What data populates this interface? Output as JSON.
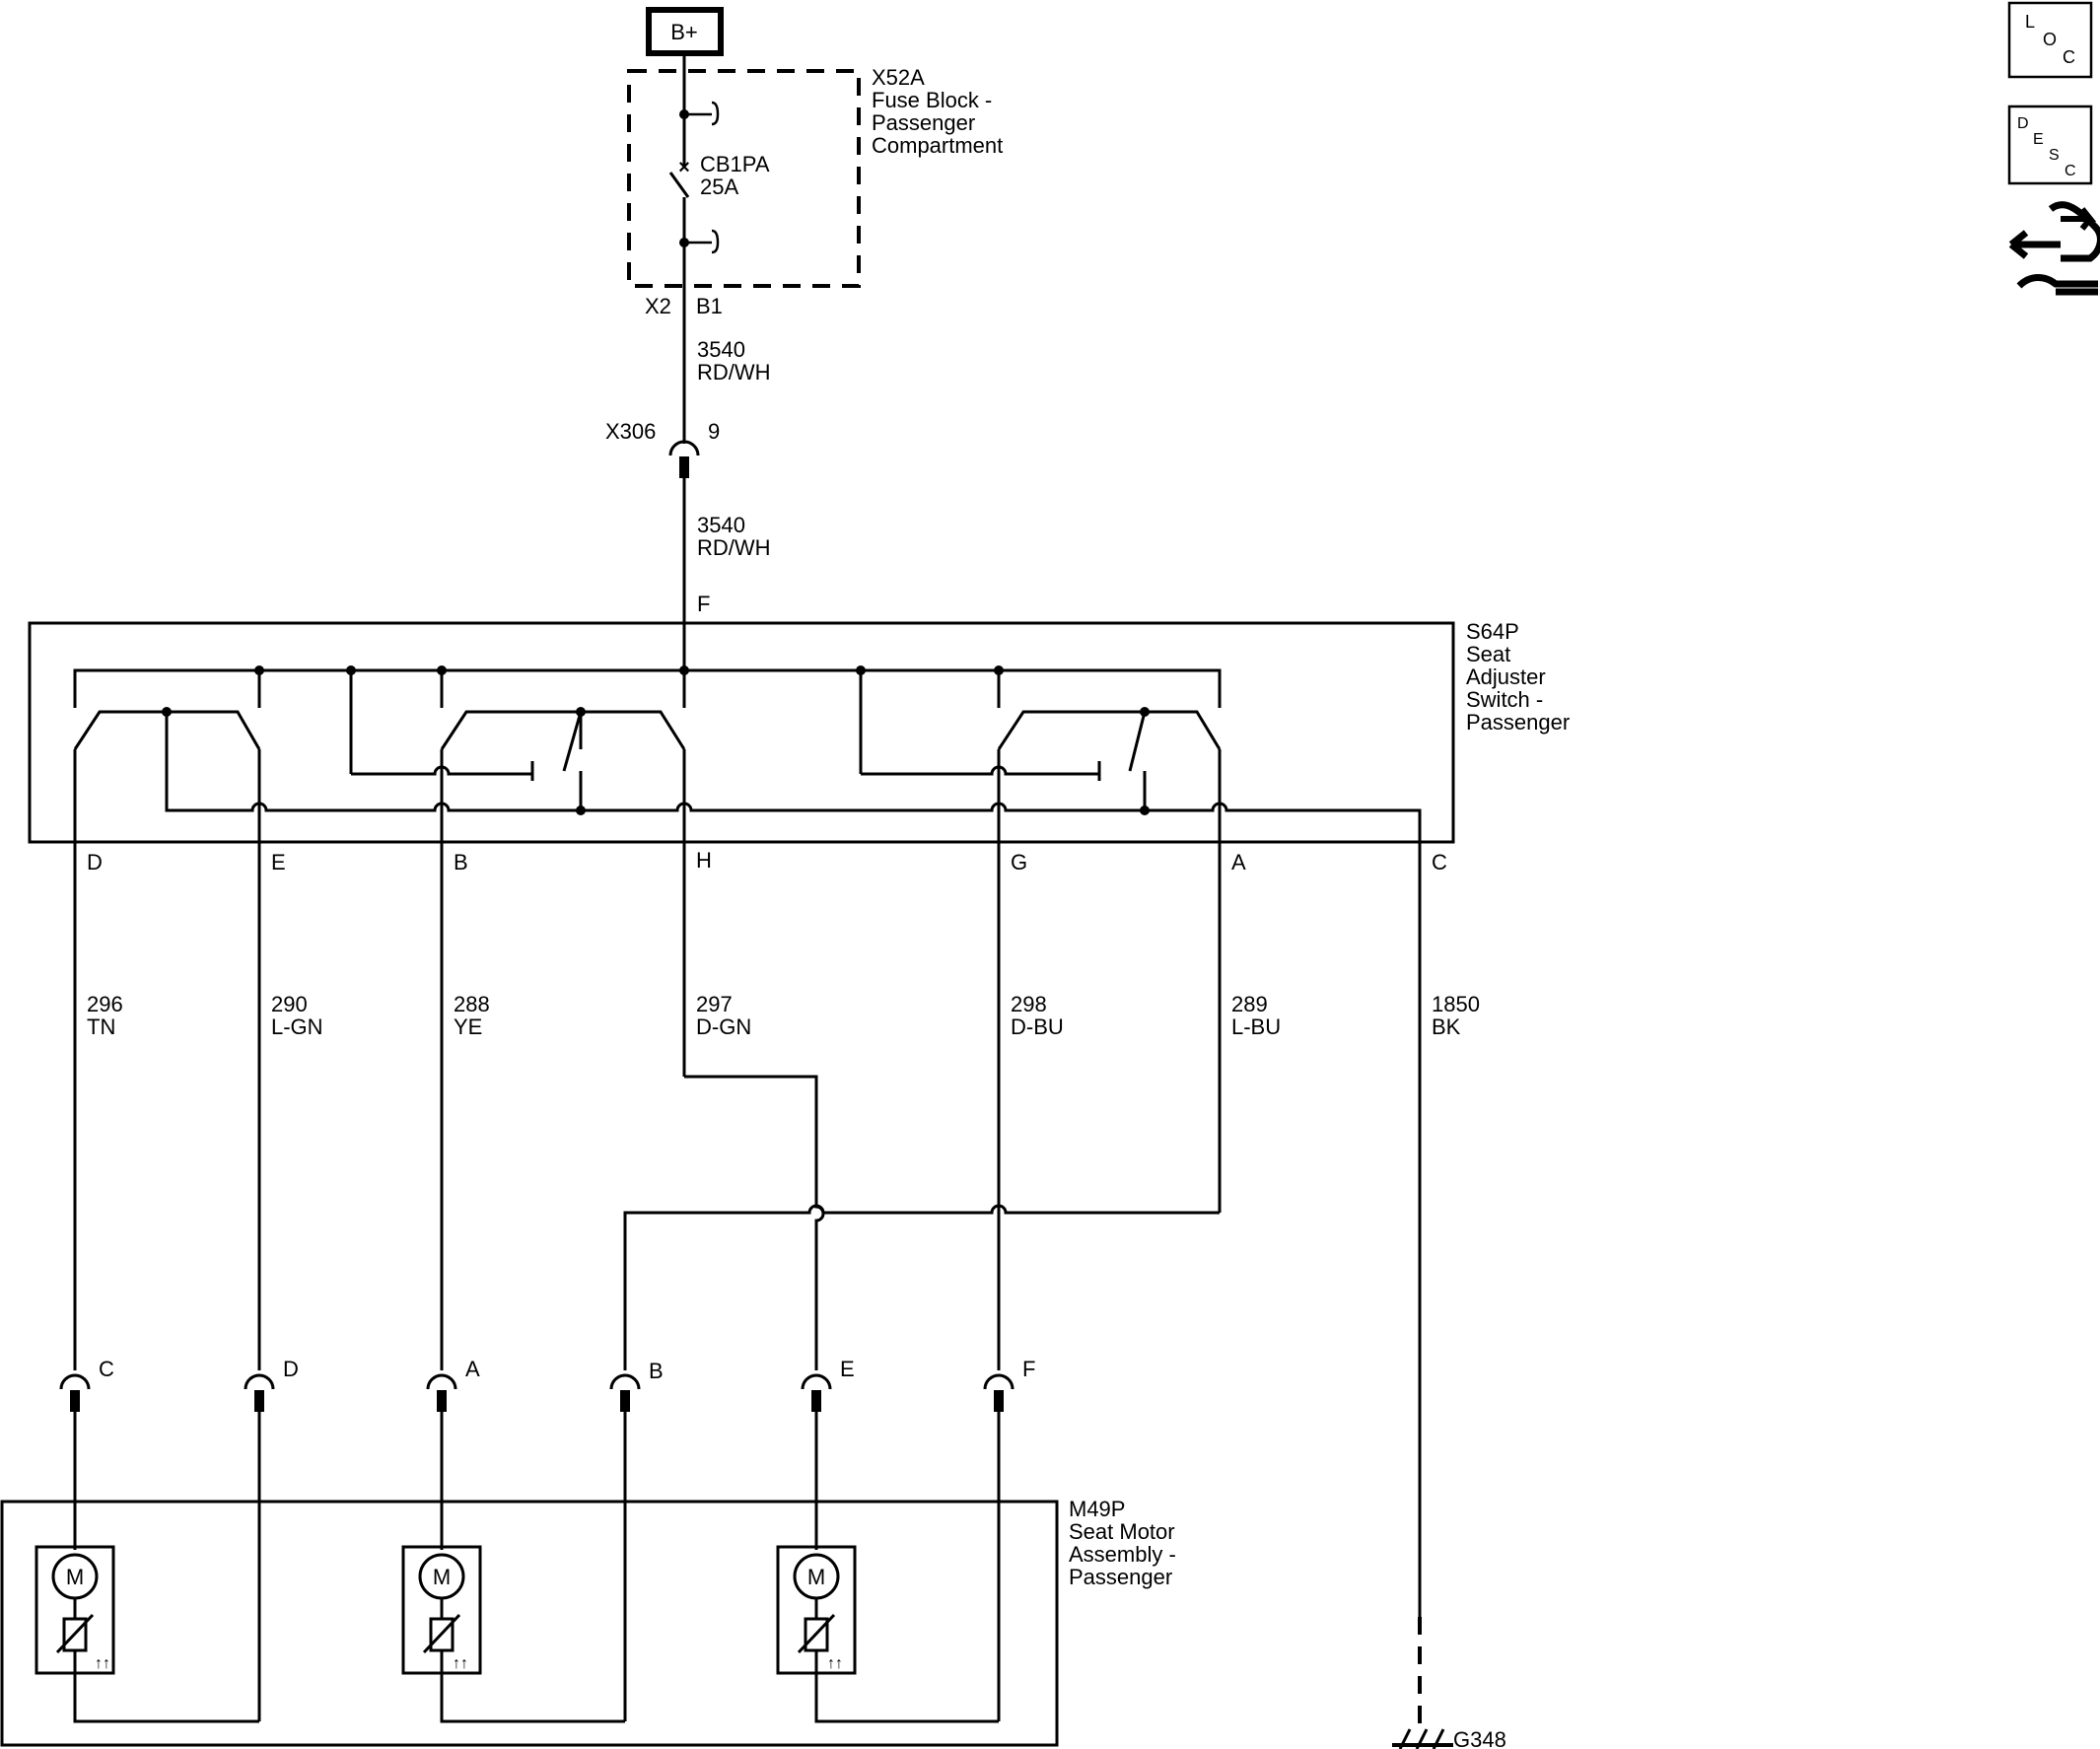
{
  "power": {
    "label": "B+"
  },
  "fuse_block": {
    "id": "X52A",
    "name_lines": [
      "Fuse Block -",
      "Passenger",
      "Compartment"
    ],
    "breaker_id": "CB1PA",
    "breaker_rating": "25A",
    "connector": "X2",
    "pin": "B1"
  },
  "feed_wire_upper": {
    "circuit": "3540",
    "color": "RD/WH"
  },
  "inline_connector": {
    "id": "X306",
    "pin": "9"
  },
  "feed_wire_lower": {
    "circuit": "3540",
    "color": "RD/WH"
  },
  "switch": {
    "id": "S64P",
    "name_lines": [
      "Seat",
      "Adjuster",
      "Switch -",
      "Passenger"
    ],
    "input_pin": "F",
    "output_pins": [
      "D",
      "E",
      "B",
      "H",
      "G",
      "A",
      "C"
    ]
  },
  "wires": [
    {
      "circuit": "296",
      "color": "TN"
    },
    {
      "circuit": "290",
      "color": "L-GN"
    },
    {
      "circuit": "288",
      "color": "YE"
    },
    {
      "circuit": "297",
      "color": "D-GN"
    },
    {
      "circuit": "298",
      "color": "D-BU"
    },
    {
      "circuit": "289",
      "color": "L-BU"
    },
    {
      "circuit": "1850",
      "color": "BK"
    }
  ],
  "motor_connector_pins": [
    "C",
    "D",
    "A",
    "B",
    "E",
    "F"
  ],
  "motor_assembly": {
    "id": "M49P",
    "name_lines": [
      "Seat Motor",
      "Assembly -",
      "Passenger"
    ],
    "motor_symbol": "M"
  },
  "ground": {
    "id": "G348"
  },
  "side_panel": {
    "loc_letters": [
      "L",
      "O",
      "C"
    ],
    "desc_letters": [
      "D",
      "E",
      "S",
      "C"
    ]
  }
}
